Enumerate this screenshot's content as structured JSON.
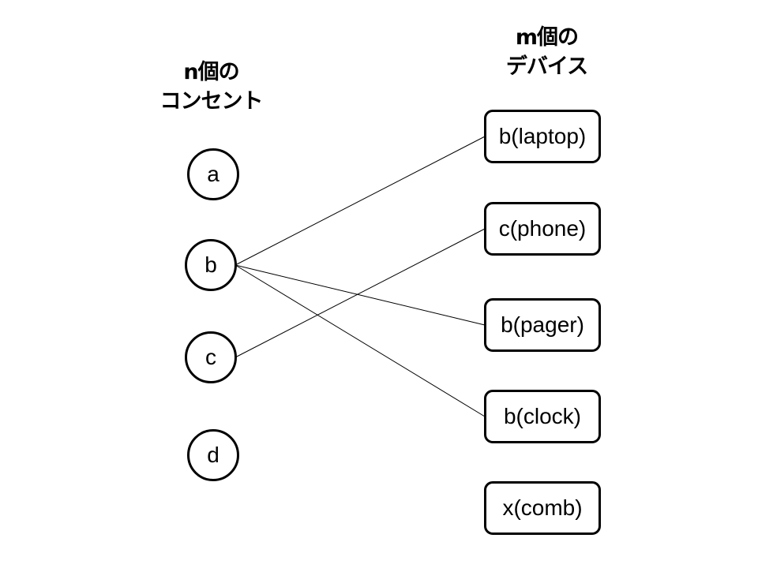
{
  "outlets_heading": {
    "line1": "n個の",
    "line2": "コンセント"
  },
  "devices_heading": {
    "line1": "m個の",
    "line2": "デバイス"
  },
  "outlets": [
    {
      "id": "a",
      "label": "a"
    },
    {
      "id": "b",
      "label": "b"
    },
    {
      "id": "c",
      "label": "c"
    },
    {
      "id": "d",
      "label": "d"
    }
  ],
  "devices": [
    {
      "label": "b(laptop)"
    },
    {
      "label": "c(phone)"
    },
    {
      "label": "b(pager)"
    },
    {
      "label": "b(clock)"
    },
    {
      "label": "x(comb)"
    }
  ],
  "connections": [
    {
      "outlet": "b",
      "device": 0
    },
    {
      "outlet": "b",
      "device": 2
    },
    {
      "outlet": "b",
      "device": 3
    },
    {
      "outlet": "c",
      "device": 1
    }
  ],
  "colors": {
    "stroke": "#000000",
    "background": "#ffffff"
  }
}
